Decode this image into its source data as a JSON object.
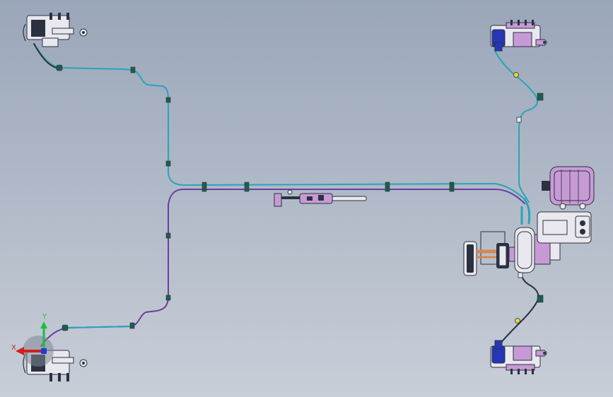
{
  "viewport": {
    "background_top": "#9aa6b9",
    "background_bottom": "#c8ced8"
  },
  "colors": {
    "cyan_line": "#2aa3b8",
    "purple_line": "#6a3fa0",
    "dark_line": "#2b3140",
    "blue_part": "#2536b8",
    "pink_part": "#c79ad6",
    "body_part": "#e8e8ee",
    "clip": "#1d5e4b",
    "connector": "#e6d23a",
    "hose_orange": "#d7884f"
  },
  "triad": {
    "x_label": "X",
    "y_label": "Y",
    "x_color": "#d11f1f",
    "y_color": "#1bbf3a",
    "z_color": "#1b3fd1"
  },
  "components": {
    "front_left_caliper": "front-left-brake-caliper",
    "rear_left_caliper": "rear-left-brake-caliper",
    "front_right_caliper": "front-right-brake-caliper",
    "rear_right_caliper": "rear-right-brake-caliper",
    "brake_booster": "vacuum-brake-booster",
    "vacuum_pump": "electric-vacuum-pump",
    "pedal_assembly": "brake-pedal-assembly",
    "handbrake": "parking-brake-cable"
  }
}
